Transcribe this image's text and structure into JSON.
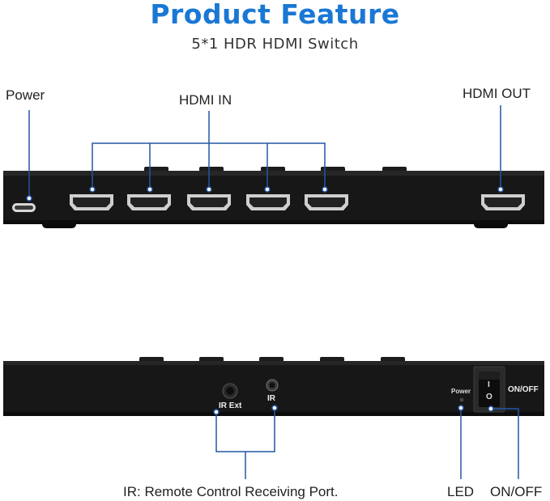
{
  "header": {
    "title": "Product Feature",
    "subtitle": "5*1 HDR HDMI Switch"
  },
  "front_panel": {
    "power_label": "Power",
    "hdmi_in_label": "HDMI IN",
    "hdmi_out_label": "HDMI OUT",
    "hdmi_in_ports": [
      "hdmi-in-1",
      "hdmi-in-2",
      "hdmi-in-3",
      "hdmi-in-4",
      "hdmi-in-5"
    ]
  },
  "back_panel": {
    "ir_ext_label": "IR Ext",
    "ir_label": "IR",
    "power_indicator_label": "Power",
    "switch_on_symbol": "I",
    "switch_off_symbol": "O",
    "switch_side_label": "ON/OFF",
    "ir_caption": "IR: Remote Control Receiving Port.",
    "led_caption": "LED",
    "onoff_caption": "ON/OFF"
  },
  "colors": {
    "title_blue": "#1a78d4",
    "callout_blue": "#2457a6",
    "device_body": "#161616"
  }
}
